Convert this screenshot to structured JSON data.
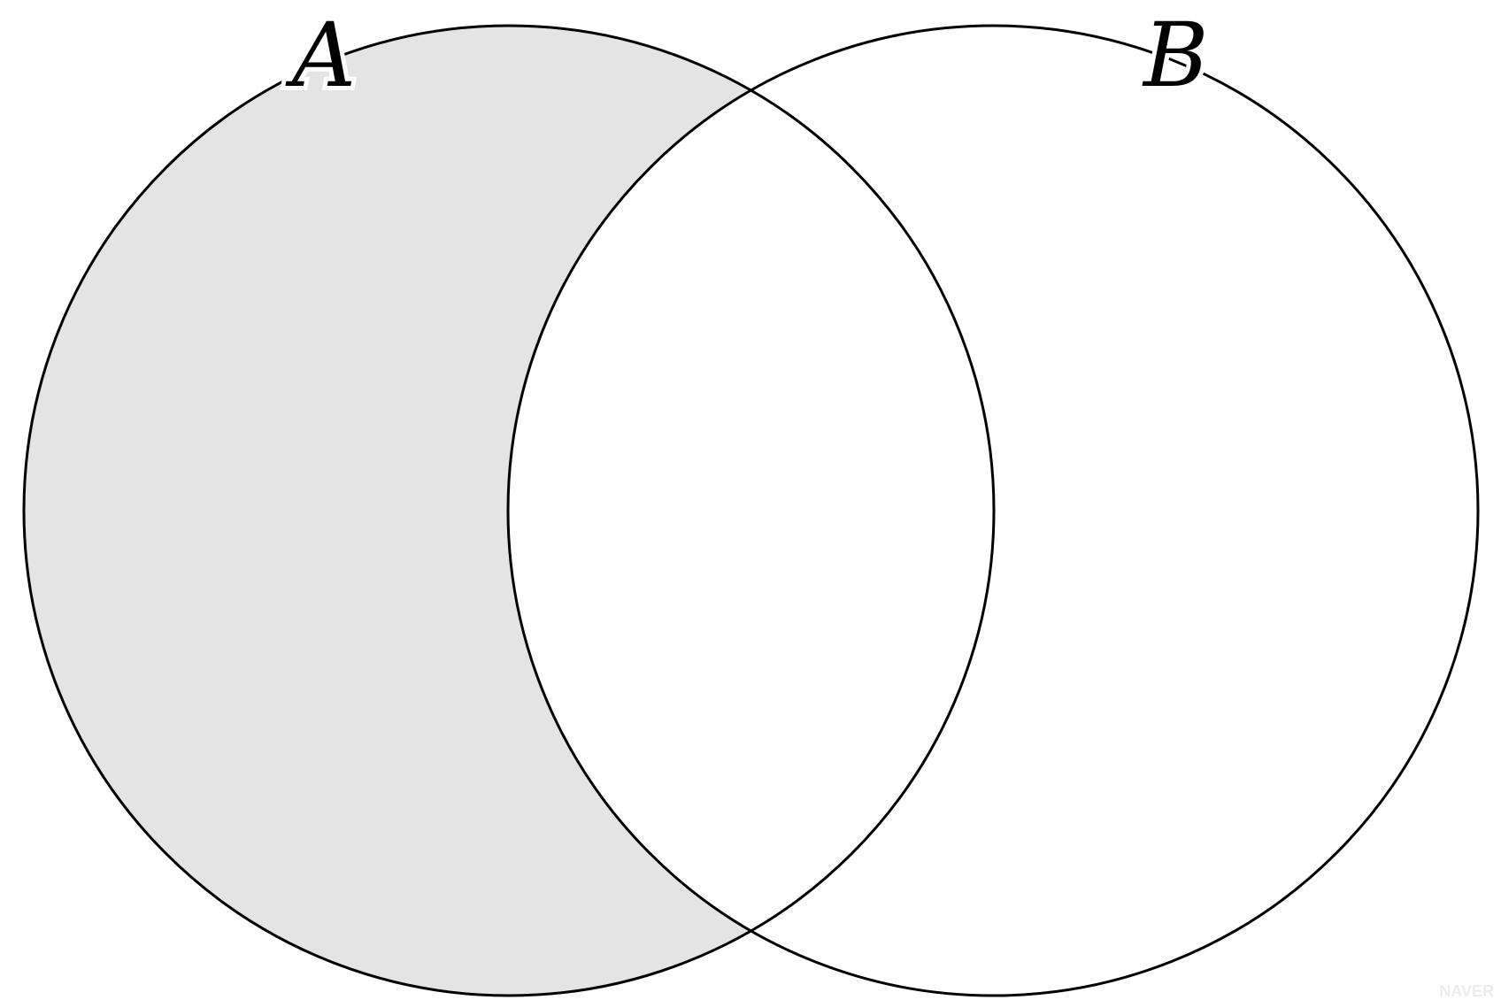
{
  "diagram": {
    "type": "venn",
    "sets": [
      {
        "label": "A"
      },
      {
        "label": "B"
      }
    ],
    "shaded_region": "A minus B",
    "colors": {
      "shade": "#e4e4e4",
      "outline": "#000000",
      "background": "#ffffff"
    }
  },
  "watermark": {
    "text": "NAVER"
  }
}
